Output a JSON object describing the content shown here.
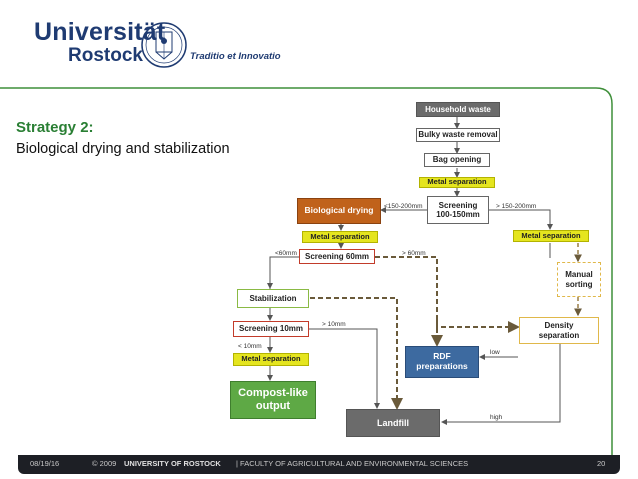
{
  "header": {
    "university_name": "Universität",
    "university_city": "Rostock",
    "motto": "Traditio et Innovatio"
  },
  "slide": {
    "title": "Strategy 2:",
    "subtitle": "Biological drying and stabilization"
  },
  "diagram": {
    "boxes": {
      "household_waste": "Household waste",
      "bulky_waste_removal": "Bulky waste removal",
      "bag_opening": "Bag opening",
      "metal_separation_top": "Metal separation",
      "screening_100_150": [
        "Screening",
        "100-150mm"
      ],
      "biological_drying": "Biological drying",
      "metal_separation_left": "Metal separation",
      "metal_separation_right": "Metal separation",
      "screening_60": "Screening 60mm",
      "manual_sorting": [
        "Manual",
        "sorting"
      ],
      "stabilization": "Stabilization",
      "density_separation": [
        "Density",
        "separation"
      ],
      "screening_10": "Screening 10mm",
      "metal_separation_bottom": "Metal separation",
      "rdf_preparations": [
        "RDF",
        "preparations"
      ],
      "compost_like_output": [
        "Compost-like",
        "output"
      ],
      "landfill": "Landfill"
    },
    "labels": {
      "lt_150_200": "<150-200mm",
      "gt_150_200": "> 150-200mm",
      "lt_60": "<60mm",
      "gt_60": "> 60mm",
      "gt_10": "> 10mm",
      "lt_10": "< 10mm",
      "low": "low",
      "high": "high"
    }
  },
  "footer": {
    "date": "08/19/16",
    "copyright_prefix": "© 2009",
    "university": "UNIVERSITY OF ROSTOCK",
    "faculty": "| FACULTY OF AGRICULTURAL AND ENVIRONMENTAL SCIENCES",
    "page_number": "20"
  },
  "colors": {
    "brand_blue": "#1f3b72",
    "title_green": "#2a7f34",
    "metal_yellow": "#e5e51f",
    "drying_orange": "#c0621b",
    "rdf_blue": "#3d6aa0",
    "compost_green": "#5ea945",
    "frame_green": "#3f8f3a"
  }
}
